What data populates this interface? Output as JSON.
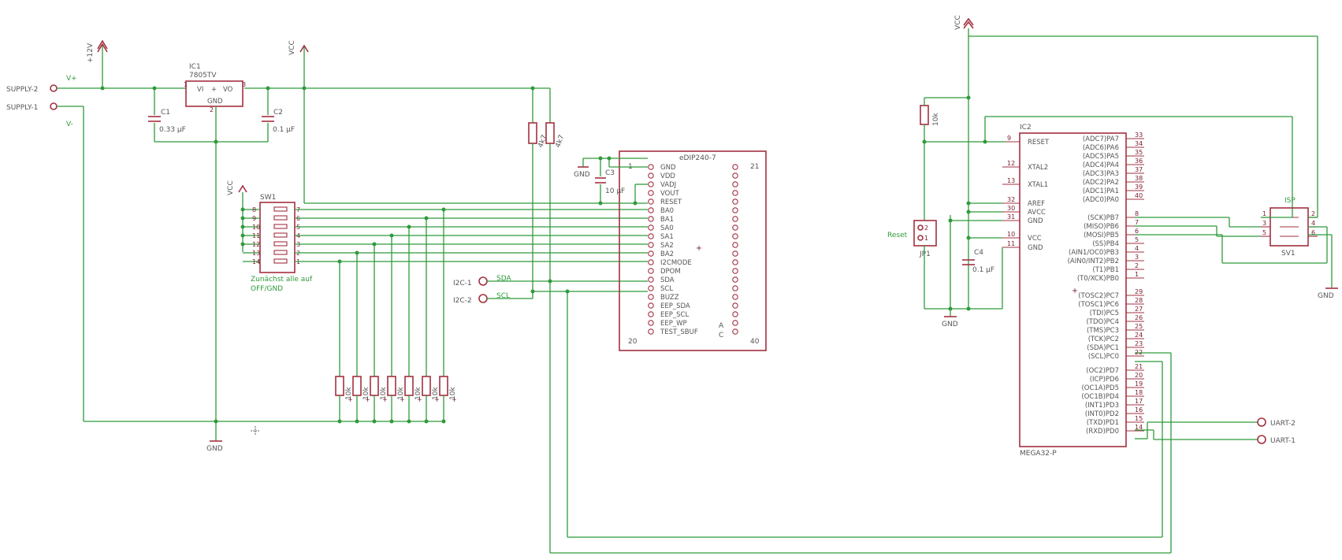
{
  "power": {
    "plus12": "+12V",
    "vcc": "VCC",
    "gnd": "GND",
    "vplus": "V+",
    "vminus": "V-"
  },
  "supply": {
    "s2": "SUPPLY-2",
    "s1": "SUPPLY-1"
  },
  "ic1": {
    "ref": "IC1",
    "value": "7805TV",
    "vi": "VI",
    "vo": "VO",
    "plus": "+",
    "gnd": "GND",
    "pin1": "1",
    "pin2": "2",
    "pin3": "3"
  },
  "caps": {
    "c1": "C1",
    "c1v": "0.33 µF",
    "c2": "C2",
    "c2v": "0.1 µF",
    "c3": "C3",
    "c3v": "10 µF",
    "c4": "C4",
    "c4v": "0.1 µF"
  },
  "sw1": {
    "ref": "SW1",
    "left_pins": [
      "8",
      "9",
      "10",
      "11",
      "12",
      "13",
      "14"
    ],
    "right_pins": [
      "7",
      "6",
      "5",
      "4",
      "3",
      "2",
      "1"
    ],
    "note1": "Zunächst alle auf",
    "note2": "OFF/GND"
  },
  "pullups": {
    "r4k7": "4k7",
    "r10k": "10k",
    "plus": "+"
  },
  "i2c": {
    "port1": "I2C-1",
    "port2": "I2C-2",
    "sda": "SDA",
    "scl": "SCL"
  },
  "edip": {
    "name": "eDIP240-7",
    "pin1": "1",
    "pin20": "20",
    "pin21": "21",
    "pin40": "40",
    "pins": [
      "GND",
      "VDD",
      "VADJ",
      "VOUT",
      "RESET",
      "BA0",
      "BA1",
      "SA0",
      "SA1",
      "SA2",
      "BA2",
      "I2CMODE",
      "DPOM",
      "SDA",
      "SCL",
      "BUZZ",
      "EEP_SDA",
      "EEP_SCL",
      "EEP_WP",
      "TEST_SBUF"
    ],
    "a": "A",
    "c": "C"
  },
  "ic2": {
    "ref": "IC2",
    "value": "MEGA32-P",
    "left_pins": [
      {
        "num": "9",
        "name": "RESET"
      },
      {
        "num": "12",
        "name": "XTAL2"
      },
      {
        "num": "13",
        "name": "XTAL1"
      },
      {
        "num": "32",
        "name": "AREF"
      },
      {
        "num": "30",
        "name": "AVCC"
      },
      {
        "num": "31",
        "name": "GND"
      },
      {
        "num": "10",
        "name": "VCC"
      },
      {
        "num": "11",
        "name": "GND"
      }
    ],
    "right_pins": [
      {
        "num": "33",
        "name": "(ADC7)PA7"
      },
      {
        "num": "34",
        "name": "(ADC6)PA6"
      },
      {
        "num": "35",
        "name": "(ADC5)PA5"
      },
      {
        "num": "36",
        "name": "(ADC4)PA4"
      },
      {
        "num": "37",
        "name": "(ADC3)PA3"
      },
      {
        "num": "38",
        "name": "(ADC2)PA2"
      },
      {
        "num": "39",
        "name": "(ADC1)PA1"
      },
      {
        "num": "40",
        "name": "(ADC0)PA0"
      },
      {
        "num": "8",
        "name": "(SCK)PB7"
      },
      {
        "num": "7",
        "name": "(MISO)PB6"
      },
      {
        "num": "6",
        "name": "(MOSI)PB5"
      },
      {
        "num": "5",
        "name": "(SS)PB4"
      },
      {
        "num": "4",
        "name": "(AIN1/OC0)PB3"
      },
      {
        "num": "3",
        "name": "(AIN0/INT2)PB2"
      },
      {
        "num": "2",
        "name": "(T1)PB1"
      },
      {
        "num": "1",
        "name": "(T0/XCK)PB0"
      },
      {
        "num": "29",
        "name": "(TOSC2)PC7"
      },
      {
        "num": "28",
        "name": "(TOSC1)PC6"
      },
      {
        "num": "27",
        "name": "(TDI)PC5"
      },
      {
        "num": "26",
        "name": "(TDO)PC4"
      },
      {
        "num": "25",
        "name": "(TMS)PC3"
      },
      {
        "num": "24",
        "name": "(TCK)PC2"
      },
      {
        "num": "23",
        "name": "(SDA)PC1"
      },
      {
        "num": "22",
        "name": "(SCL)PC0"
      },
      {
        "num": "21",
        "name": "(OC2)PD7"
      },
      {
        "num": "20",
        "name": "(ICP)PD6"
      },
      {
        "num": "19",
        "name": "(OC1A)PD5"
      },
      {
        "num": "18",
        "name": "(OC1B)PD4"
      },
      {
        "num": "17",
        "name": "(INT1)PD3"
      },
      {
        "num": "16",
        "name": "(INT0)PD2"
      },
      {
        "num": "15",
        "name": "(TXD)PD1"
      },
      {
        "num": "14",
        "name": "(RXD)PD0"
      }
    ]
  },
  "reset": {
    "label": "Reset",
    "jp": "JP1",
    "r": "10k",
    "pin1": "1",
    "pin2": "2"
  },
  "isp": {
    "label": "ISP",
    "ref": "SV1",
    "pins_left": [
      "1",
      "3",
      "5"
    ],
    "pins_right": [
      "2",
      "4",
      "6"
    ]
  },
  "uart": {
    "u2": "UART-2",
    "u1": "UART-1"
  }
}
